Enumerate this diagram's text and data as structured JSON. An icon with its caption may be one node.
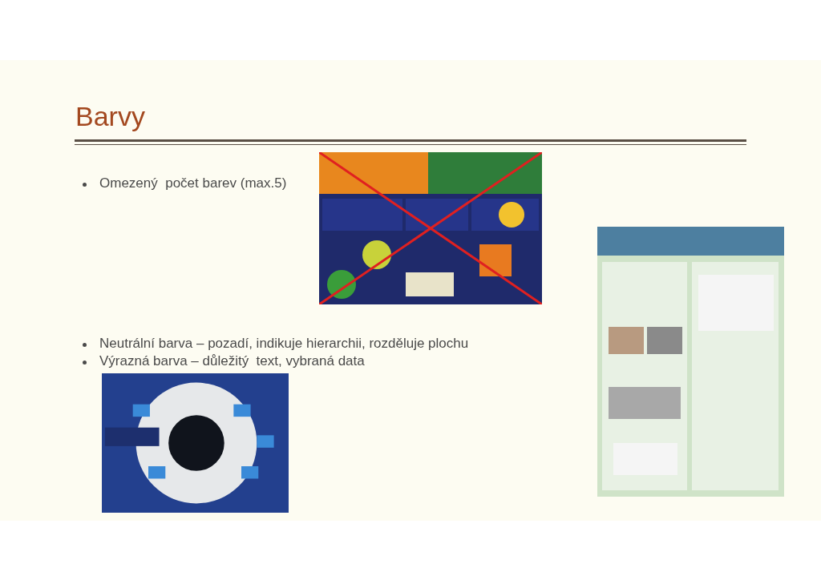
{
  "diagram": {
    "title": "Barvy",
    "labels": [
      "Omezený  počet barev (max.5)",
      "Neutrální barva – pozadí, indikuje hierarchii, rozděluje plochu",
      "Výrazná barva – důležitý  text, vybraná data"
    ]
  }
}
